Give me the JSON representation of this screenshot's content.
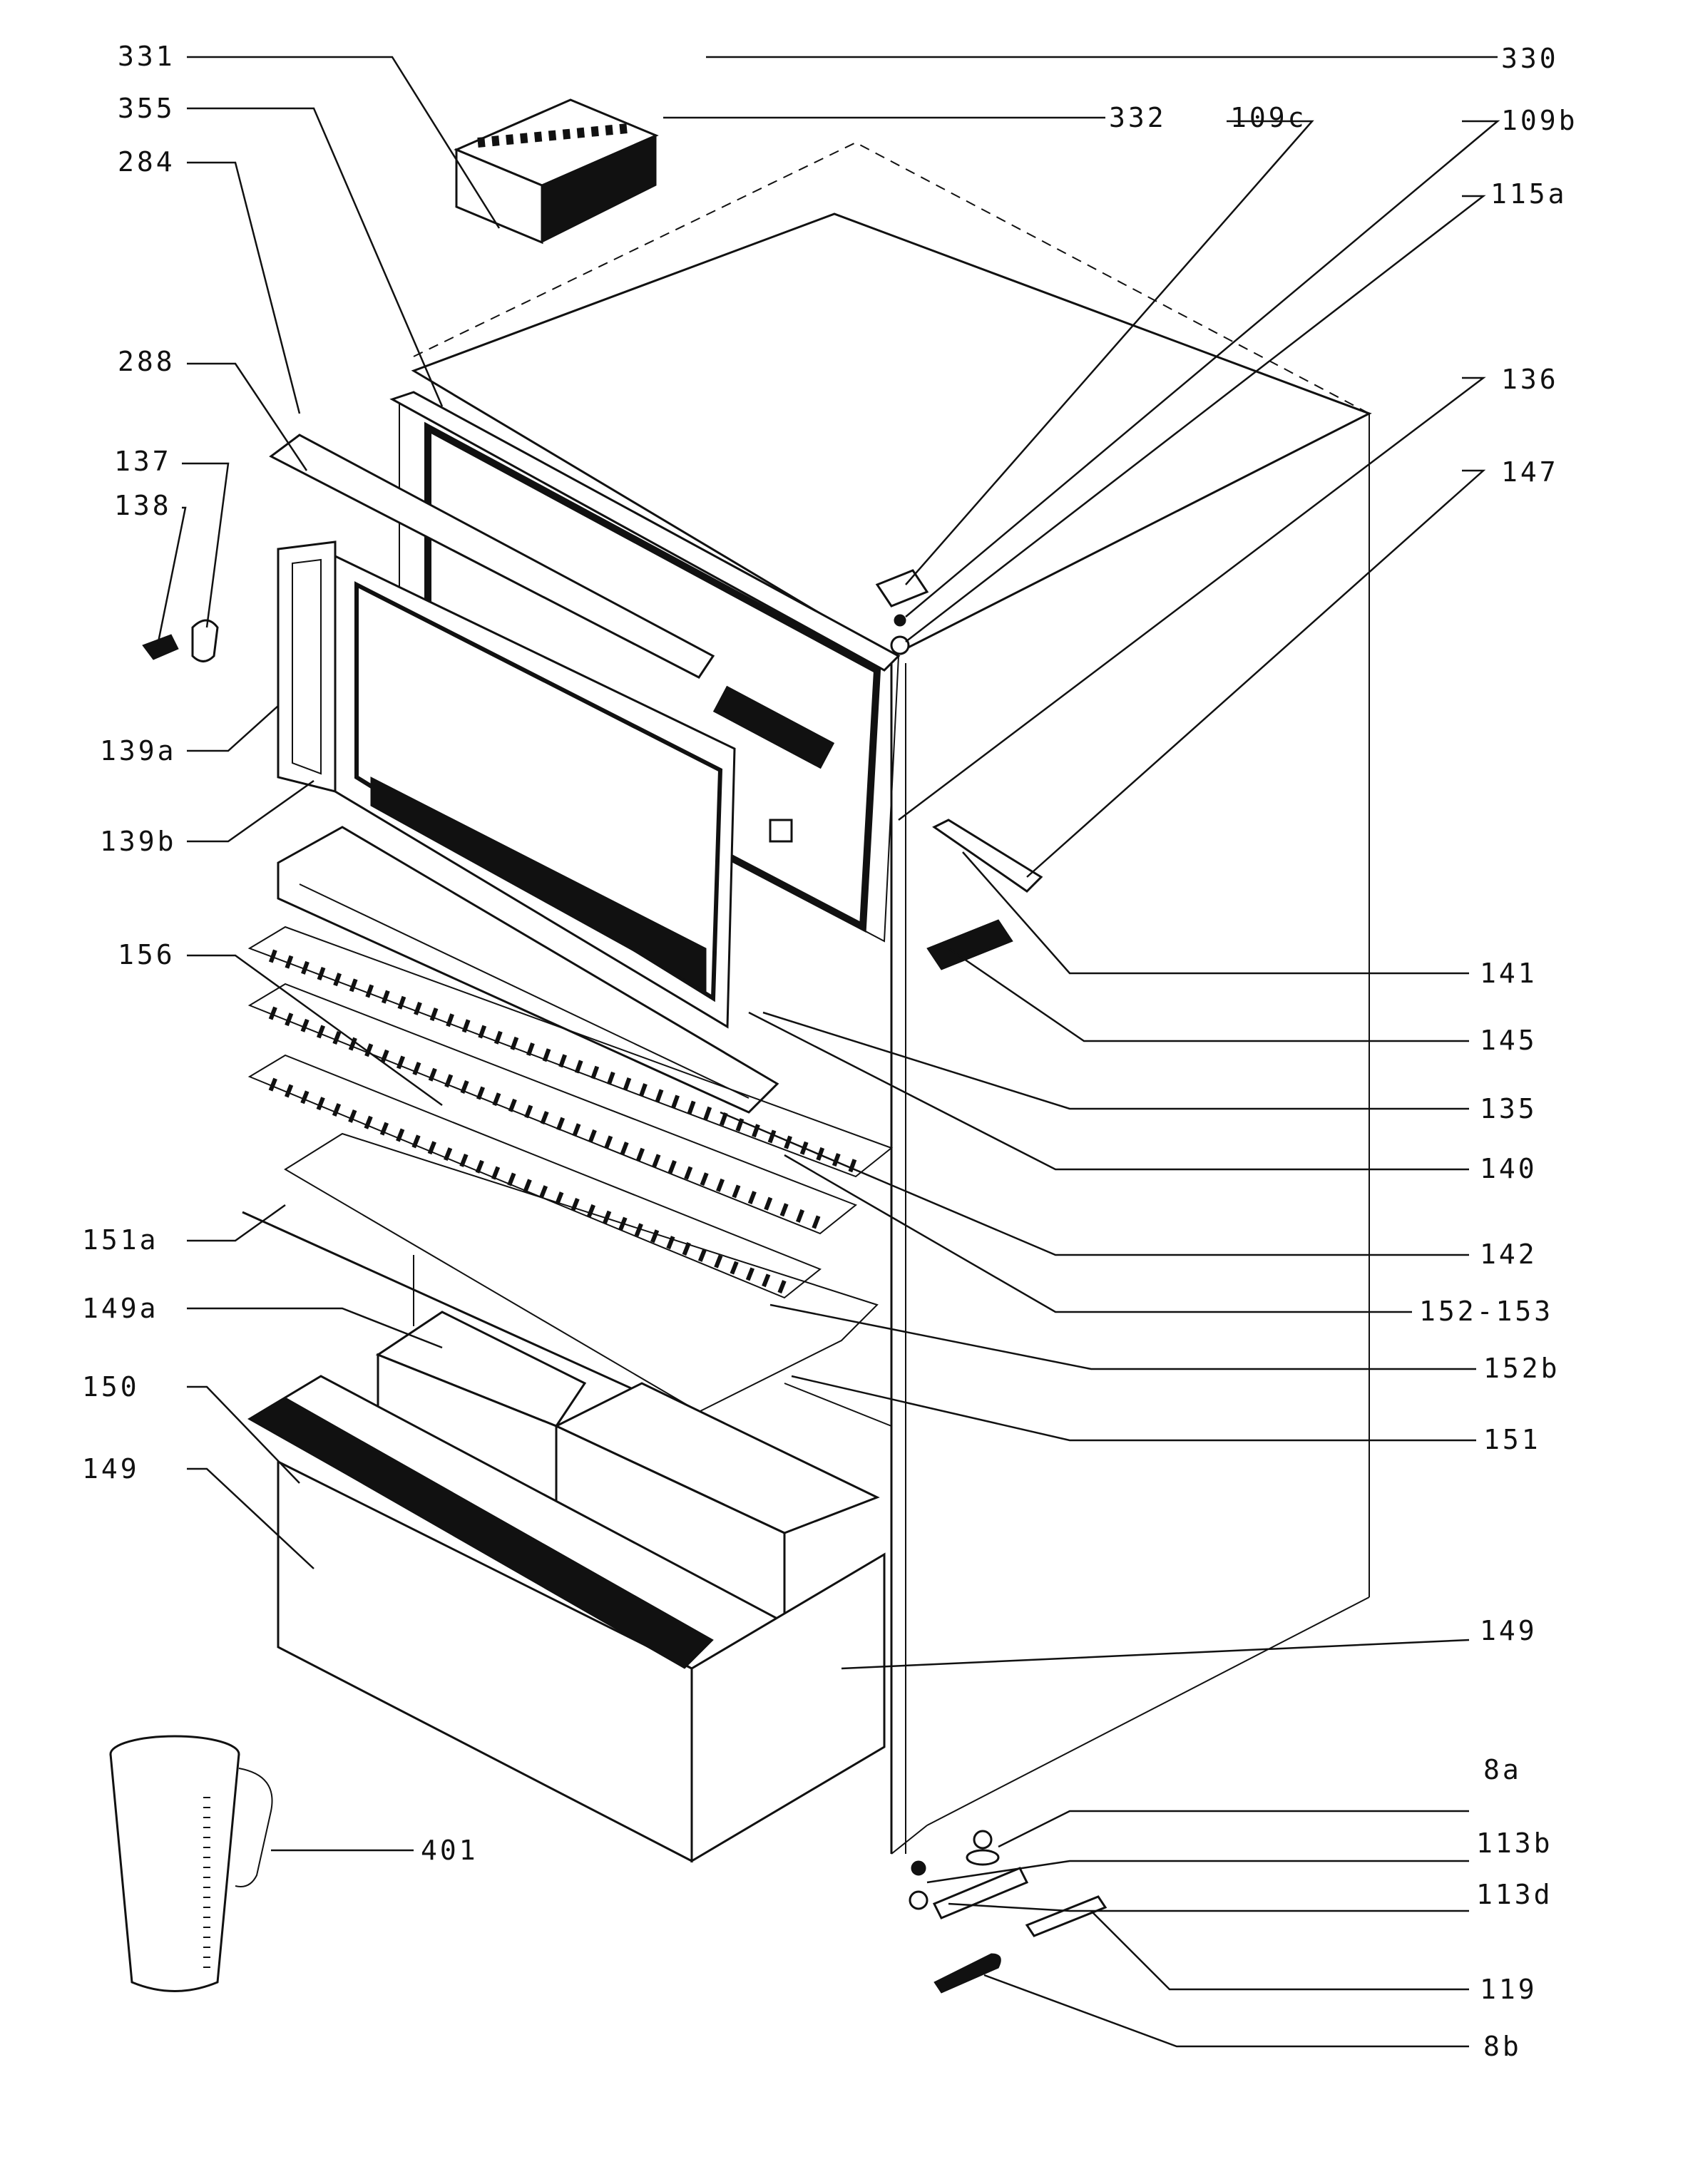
{
  "part_labels": {
    "p331": "331",
    "p330": "330",
    "p355": "355",
    "p332": "332",
    "p109c": "109c",
    "p109b": "109b",
    "p284": "284",
    "p115a": "115a",
    "p288": "288",
    "p136": "136",
    "p137": "137",
    "p147": "147",
    "p138": "138",
    "p139a": "139a",
    "p139b": "139b",
    "p156": "156",
    "p141": "141",
    "p145": "145",
    "p135": "135",
    "p140": "140",
    "p151a": "151a",
    "p142": "142",
    "p149a": "149a",
    "p152_153": "152-153",
    "p150": "150",
    "p152b": "152b",
    "p151": "151",
    "p149_left": "149",
    "p149_right": "149",
    "p8a": "8a",
    "p401": "401",
    "p113b": "113b",
    "p113d": "113d",
    "p119": "119",
    "p8b": "8b"
  },
  "colors": {
    "ink": "#111111",
    "paper": "#ffffff"
  }
}
